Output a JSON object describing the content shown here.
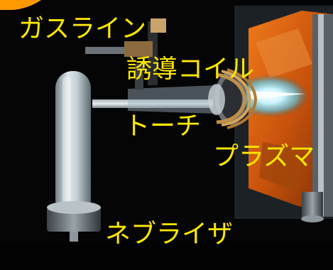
{
  "image": {
    "label_color": "#FFE800",
    "accent_color": "#FF9900",
    "labels": {
      "gas_line": "ガスライン",
      "induction_coil": "誘導コイル",
      "torch": "トーチ",
      "plasma": "プラズマ",
      "nebulizer": "ネブライザ"
    }
  }
}
